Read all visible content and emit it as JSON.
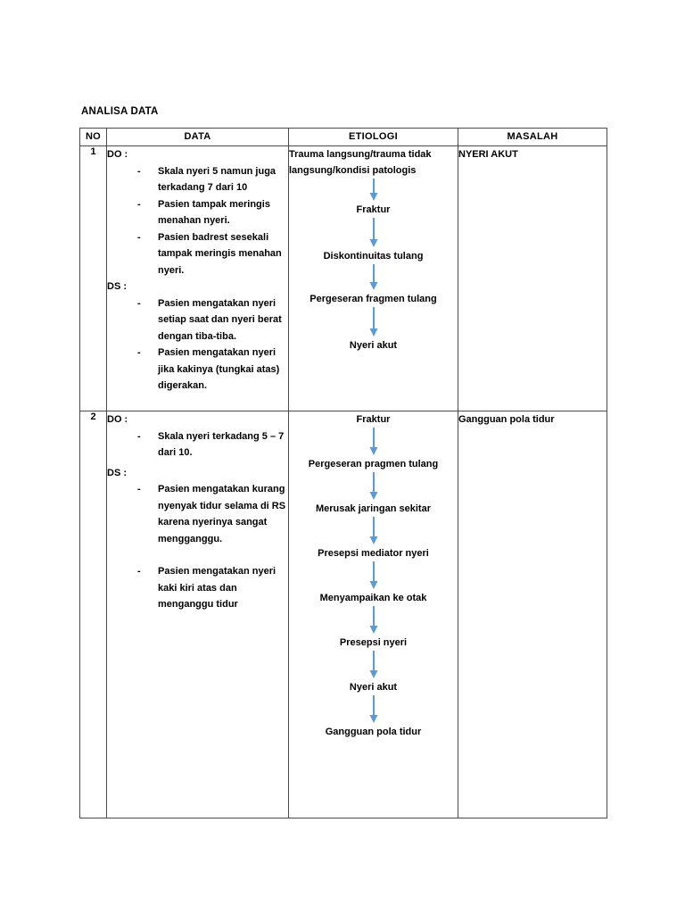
{
  "document": {
    "title": "ANALISA DATA"
  },
  "accent_color": "#5B9BD5",
  "border_color": "#4A4A4A",
  "table": {
    "headers": [
      "NO",
      "DATA",
      "ETIOLOGI",
      "MASALAH"
    ],
    "rows": [
      {
        "no": "1",
        "data": {
          "objective_label": "DO :",
          "objective_items": [
            "Skala nyeri 5 namun juga terkadang 7 dari 10",
            "Pasien tampak meringis menahan nyeri.",
            "Pasien badrest sesekali tampak meringis menahan nyeri."
          ],
          "subjective_label": "DS :",
          "subjective_items": [
            "Pasien mengatakan nyeri setiap saat dan nyeri berat dengan tiba-tiba.",
            "Pasien mengatakan nyeri jika kakinya (tungkai atas) digerakan."
          ]
        },
        "etiologi": [
          "Trauma langsung/trauma tidak langsung/kondisi patologis",
          "Fraktur",
          "Diskontinuitas tulang",
          "Pergeseran fragmen tulang",
          "Nyeri akut"
        ],
        "masalah": "NYERI AKUT"
      },
      {
        "no": "2",
        "data": {
          "objective_label": "DO :",
          "objective_items": [
            "Skala nyeri terkadang 5 – 7 dari 10."
          ],
          "subjective_label": "DS :",
          "subjective_items": [
            "Pasien mengatakan kurang nyenyak tidur selama di RS karena nyerinya sangat mengganggu.",
            "Pasien mengatakan nyeri kaki kiri atas dan menganggu tidur"
          ]
        },
        "etiologi": [
          "Fraktur",
          "Pergeseran pragmen tulang",
          "Merusak jaringan sekitar",
          "Presepsi mediator nyeri",
          "Menyampaikan ke otak",
          "Presepsi nyeri",
          "Nyeri akut",
          "Gangguan pola tidur"
        ],
        "masalah": "Gangguan pola tidur"
      }
    ]
  }
}
